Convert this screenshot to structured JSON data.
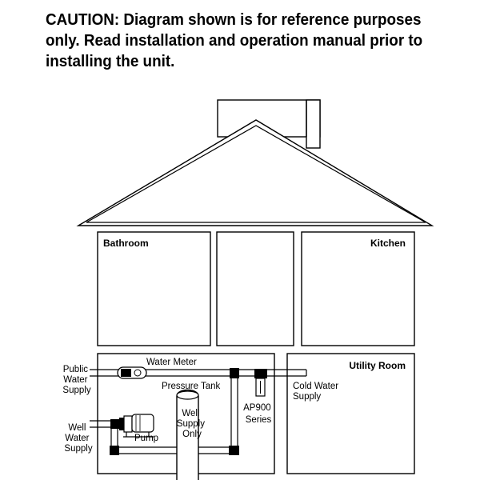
{
  "caution": {
    "line1": "CAUTION: Diagram shown is for reference purposes",
    "line2": "only.  Read installation and operation manual prior to",
    "line3": "installing the unit."
  },
  "rooms": {
    "bathroom": "Bathroom",
    "kitchen": "Kitchen",
    "utility_room": "Utility Room"
  },
  "labels": {
    "public_water_supply": [
      "Public",
      "Water",
      "Supply"
    ],
    "water_meter": "Water Meter",
    "pressure_tank": "Pressure Tank",
    "cold_water_supply": [
      "Cold Water",
      "Supply"
    ],
    "ap900_series": [
      "AP900",
      "Series"
    ],
    "well_water_supply": [
      "Well",
      "Water",
      "Supply"
    ],
    "pump": "Pump",
    "well_supply_only": [
      "Well",
      "Supply",
      "Only"
    ]
  }
}
